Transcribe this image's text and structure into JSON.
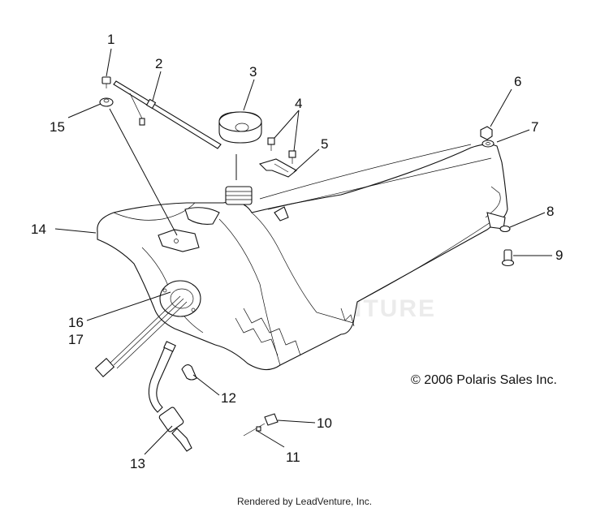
{
  "callouts": [
    "1",
    "2",
    "3",
    "4",
    "5",
    "6",
    "7",
    "8",
    "9",
    "10",
    "11",
    "12",
    "13",
    "14",
    "15",
    "16",
    "17"
  ],
  "copyright": "© 2006 Polaris Sales Inc.",
  "footer": "Rendered by LeadVenture, Inc.",
  "watermark": "LEADVENTURE"
}
